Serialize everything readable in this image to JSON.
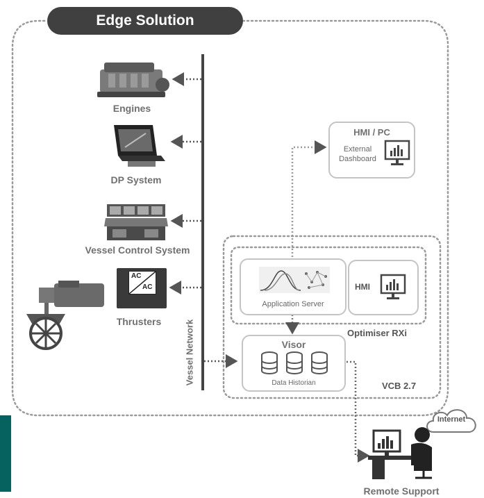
{
  "title": "Edge Solution",
  "devices": {
    "engines": "Engines",
    "dp_system": "DP System",
    "vessel_control": "Vessel Control System",
    "thrusters": "Thrusters",
    "ac_top": "AC",
    "ac_bottom": "AC"
  },
  "network_label": "Vessel Network",
  "hmi_pc": {
    "title": "HMI / PC",
    "external": "External",
    "dashboard": "Dashboard"
  },
  "optimiser": {
    "app_server": "Application Server",
    "hmi": "HMI",
    "label": "Optimiser RXi"
  },
  "visor": {
    "title": "Visor",
    "subtitle": "Data Historian"
  },
  "vcb_label": "VCB 2.7",
  "internet": "Internet",
  "remote_support": "Remote Support"
}
